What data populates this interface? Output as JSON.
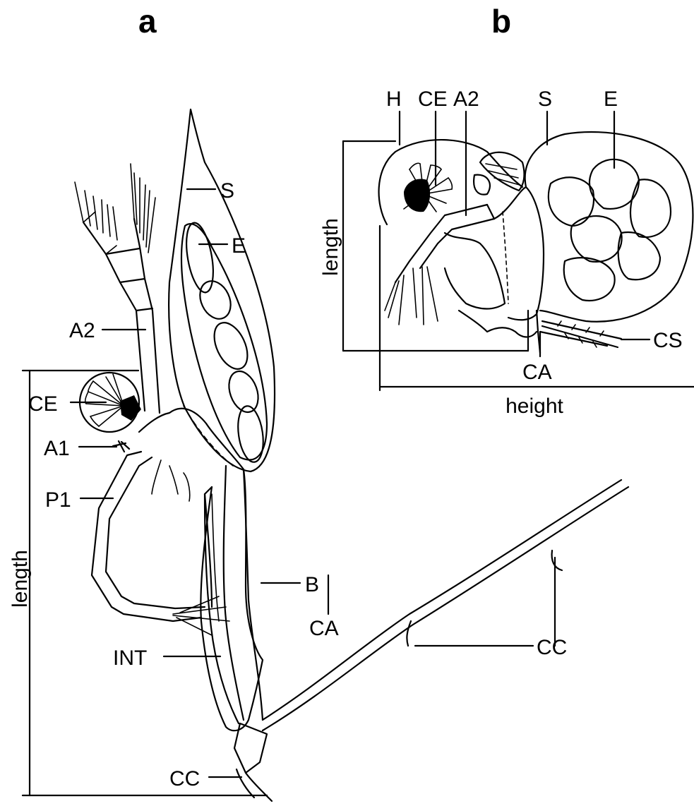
{
  "panels": {
    "a": {
      "letter": "a",
      "labels": {
        "S": "S",
        "E": "E",
        "A2": "A2",
        "CE": "CE",
        "A1": "A1",
        "P1": "P1",
        "B": "B",
        "INT": "INT",
        "CC_spine": "CC",
        "CA": "CA",
        "CC_base": "CC",
        "length": "length"
      }
    },
    "b": {
      "letter": "b",
      "labels": {
        "H": "H",
        "CE": "CE",
        "A2": "A2",
        "S": "S",
        "E": "E",
        "CS": "CS",
        "CA": "CA",
        "length": "length",
        "height": "height"
      }
    }
  }
}
